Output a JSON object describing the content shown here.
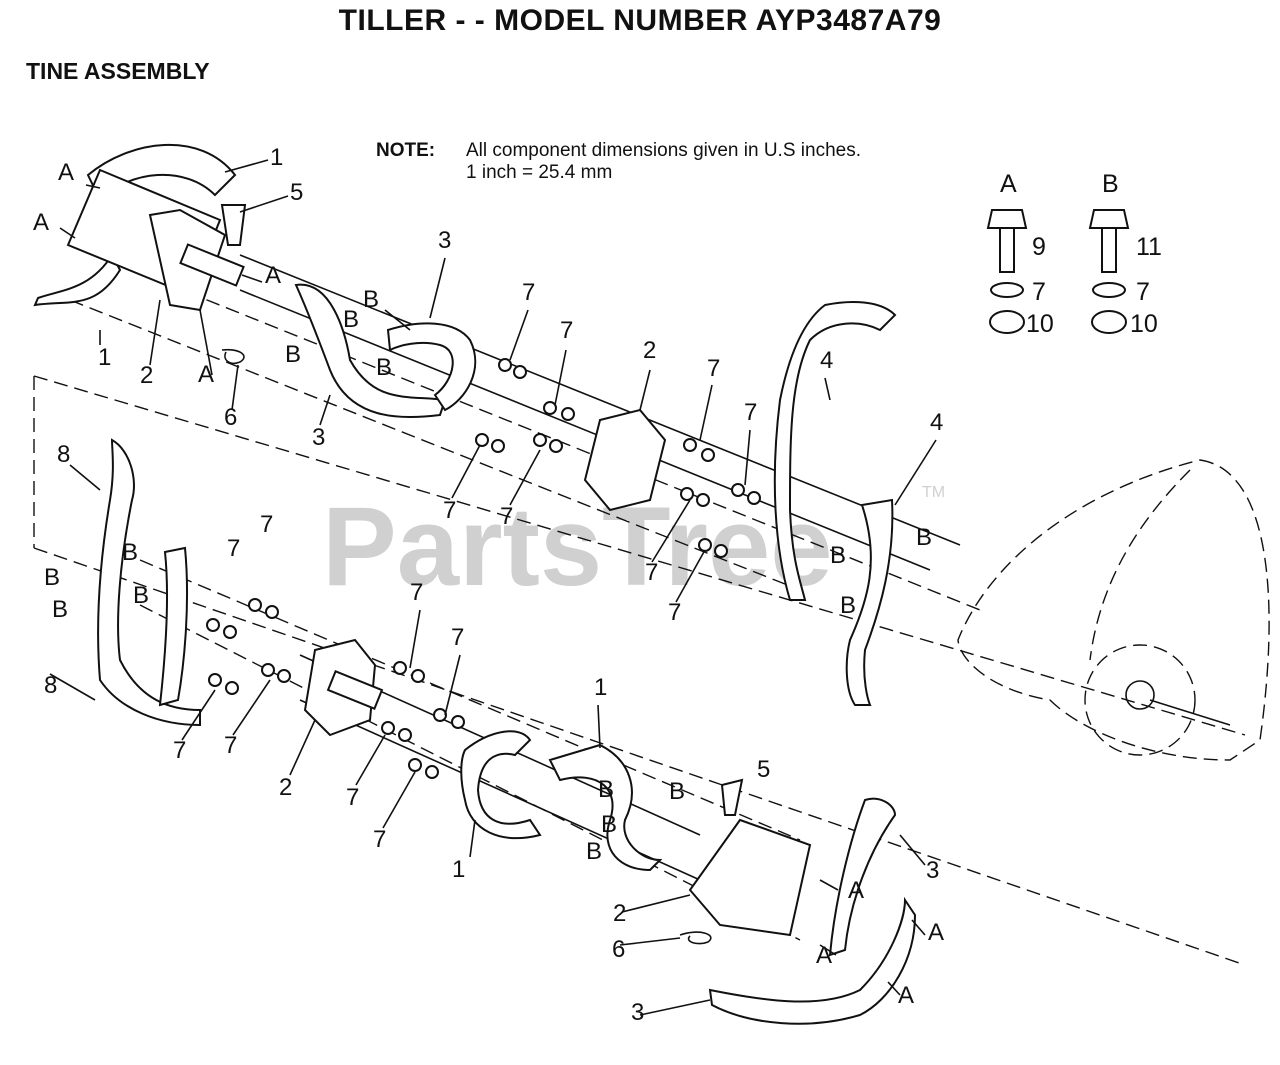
{
  "title": "TILLER - - MODEL NUMBER AYP3487A79",
  "section": "TINE ASSEMBLY",
  "note": {
    "label": "NOTE:",
    "line1": "All component dimensions given in U.S  inches.",
    "line2": "1 inch = 25.4 mm"
  },
  "watermark": "PartsTree",
  "trademark": "TM",
  "hardware": {
    "A": {
      "letter": "A",
      "bolt": "9",
      "washer": "7",
      "nut": "10"
    },
    "B": {
      "letter": "B",
      "bolt": "11",
      "washer": "7",
      "nut": "10"
    }
  },
  "callouts": [
    {
      "t": "1"
    },
    {
      "t": "5"
    },
    {
      "t": "A"
    },
    {
      "t": "A"
    },
    {
      "t": "A"
    },
    {
      "t": "A"
    },
    {
      "t": "1"
    },
    {
      "t": "2"
    },
    {
      "t": "6"
    },
    {
      "t": "3"
    },
    {
      "t": "B"
    },
    {
      "t": "B"
    },
    {
      "t": "B"
    },
    {
      "t": "B"
    },
    {
      "t": "3"
    },
    {
      "t": "7"
    },
    {
      "t": "7"
    },
    {
      "t": "2"
    },
    {
      "t": "7"
    },
    {
      "t": "7"
    },
    {
      "t": "4"
    },
    {
      "t": "4"
    },
    {
      "t": "7"
    },
    {
      "t": "7"
    },
    {
      "t": "7"
    },
    {
      "t": "7"
    },
    {
      "t": "B"
    },
    {
      "t": "B"
    },
    {
      "t": "B"
    },
    {
      "t": "8"
    },
    {
      "t": "B"
    },
    {
      "t": "B"
    },
    {
      "t": "B"
    },
    {
      "t": "B"
    },
    {
      "t": "7"
    },
    {
      "t": "7"
    },
    {
      "t": "8"
    },
    {
      "t": "7"
    },
    {
      "t": "7"
    },
    {
      "t": "2"
    },
    {
      "t": "7"
    },
    {
      "t": "7"
    },
    {
      "t": "7"
    },
    {
      "t": "7"
    },
    {
      "t": "1"
    },
    {
      "t": "5"
    },
    {
      "t": "B"
    },
    {
      "t": "B"
    },
    {
      "t": "B"
    },
    {
      "t": "B"
    },
    {
      "t": "1"
    },
    {
      "t": "3"
    },
    {
      "t": "A"
    },
    {
      "t": "A"
    },
    {
      "t": "A"
    },
    {
      "t": "A"
    },
    {
      "t": "2"
    },
    {
      "t": "6"
    },
    {
      "t": "3"
    }
  ]
}
